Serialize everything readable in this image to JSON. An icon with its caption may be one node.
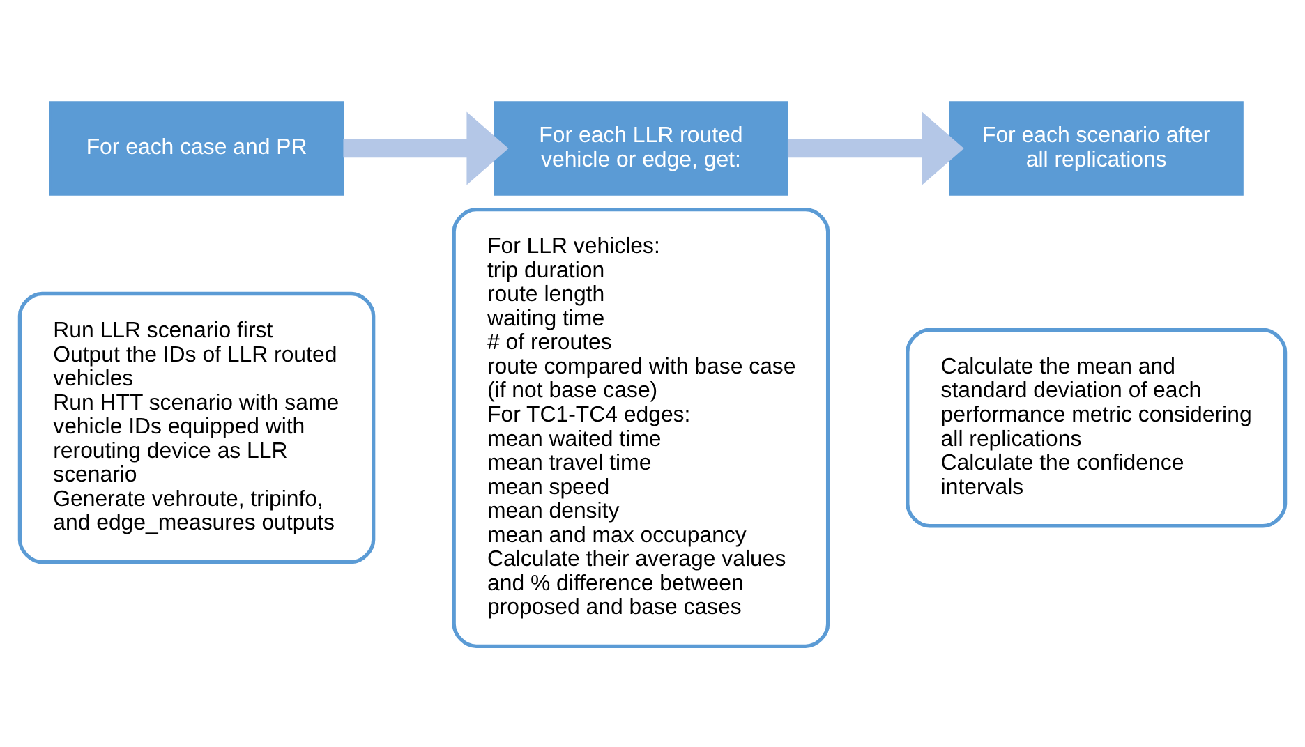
{
  "diagram": {
    "nodes": [
      {
        "text": [
          "For each case and PR"
        ]
      },
      {
        "text": [
          "Run LLR scenario first",
          "Output the IDs of LLR routed vehicles",
          "Run HTT scenario with same vehicle IDs equipped with rerouting device as LLR scenario",
          "Generate vehroute, tripinfo, and edge_measures outputs"
        ]
      },
      {
        "text": [
          "For each LLR routed vehicle or edge, get:"
        ]
      },
      {
        "text": [
          "For LLR vehicles:",
          "trip duration",
          "route length",
          "waiting time",
          "# of reroutes",
          "route compared with base case (if not base case)",
          "For TC1-TC4 edges:",
          "mean waited time",
          "mean travel time",
          "mean speed",
          "mean density",
          "mean and max occupancy",
          "Calculate their average values and % difference between proposed and base cases"
        ]
      },
      {
        "text": [
          "For each scenario after all replications"
        ]
      },
      {
        "text": [
          "Calculate the mean and standard deviation of each performance metric considering all replications",
          "Calculate the confidence intervals"
        ]
      }
    ],
    "edges": [
      {
        "from": 0,
        "to": 2,
        "arrow": "to"
      },
      {
        "from": 2,
        "to": 4,
        "arrow": "to"
      }
    ]
  }
}
